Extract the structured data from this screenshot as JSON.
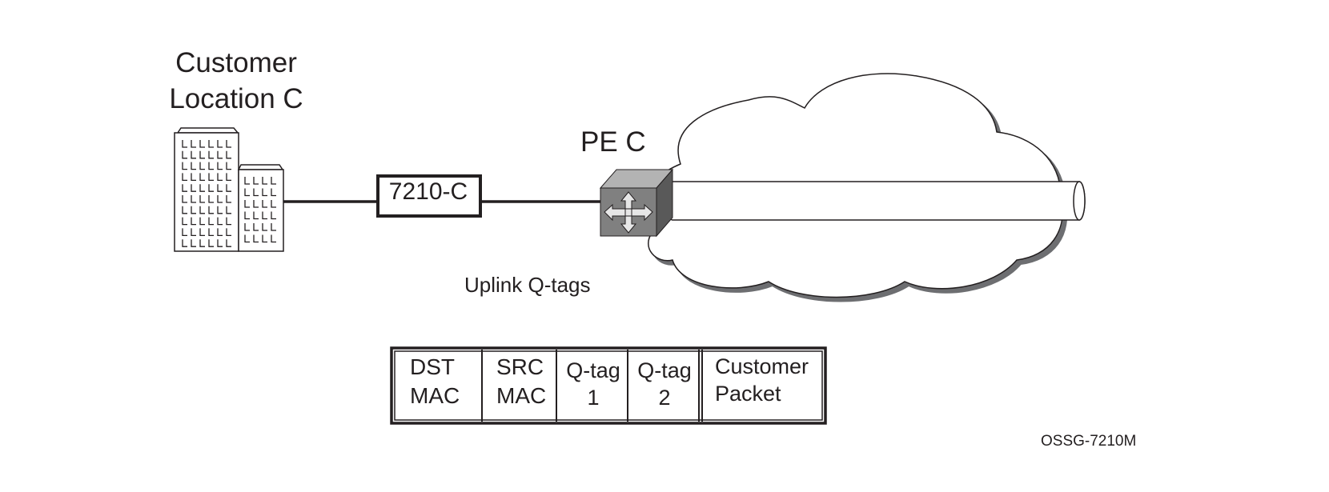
{
  "customer_site": {
    "line1": "Customer",
    "line2": "Location C"
  },
  "access_device": {
    "label": "7210-C"
  },
  "pe_router": {
    "label": "PE C",
    "icon": "router-icon"
  },
  "uplink_caption": "Uplink Q-tags",
  "frame": {
    "fields": [
      {
        "line1": "DST",
        "line2": "MAC"
      },
      {
        "line1": "SRC",
        "line2": "MAC"
      },
      {
        "line1": "Q-tag",
        "line2": "1"
      },
      {
        "line1": "Q-tag",
        "line2": "2"
      },
      {
        "line1": "Customer",
        "line2": "Packet"
      }
    ]
  },
  "figure_id": "OSSG-7210M",
  "colors": {
    "line": "#231f20",
    "router_face": "#808080",
    "cloud_shadow": "#6d6e71"
  }
}
